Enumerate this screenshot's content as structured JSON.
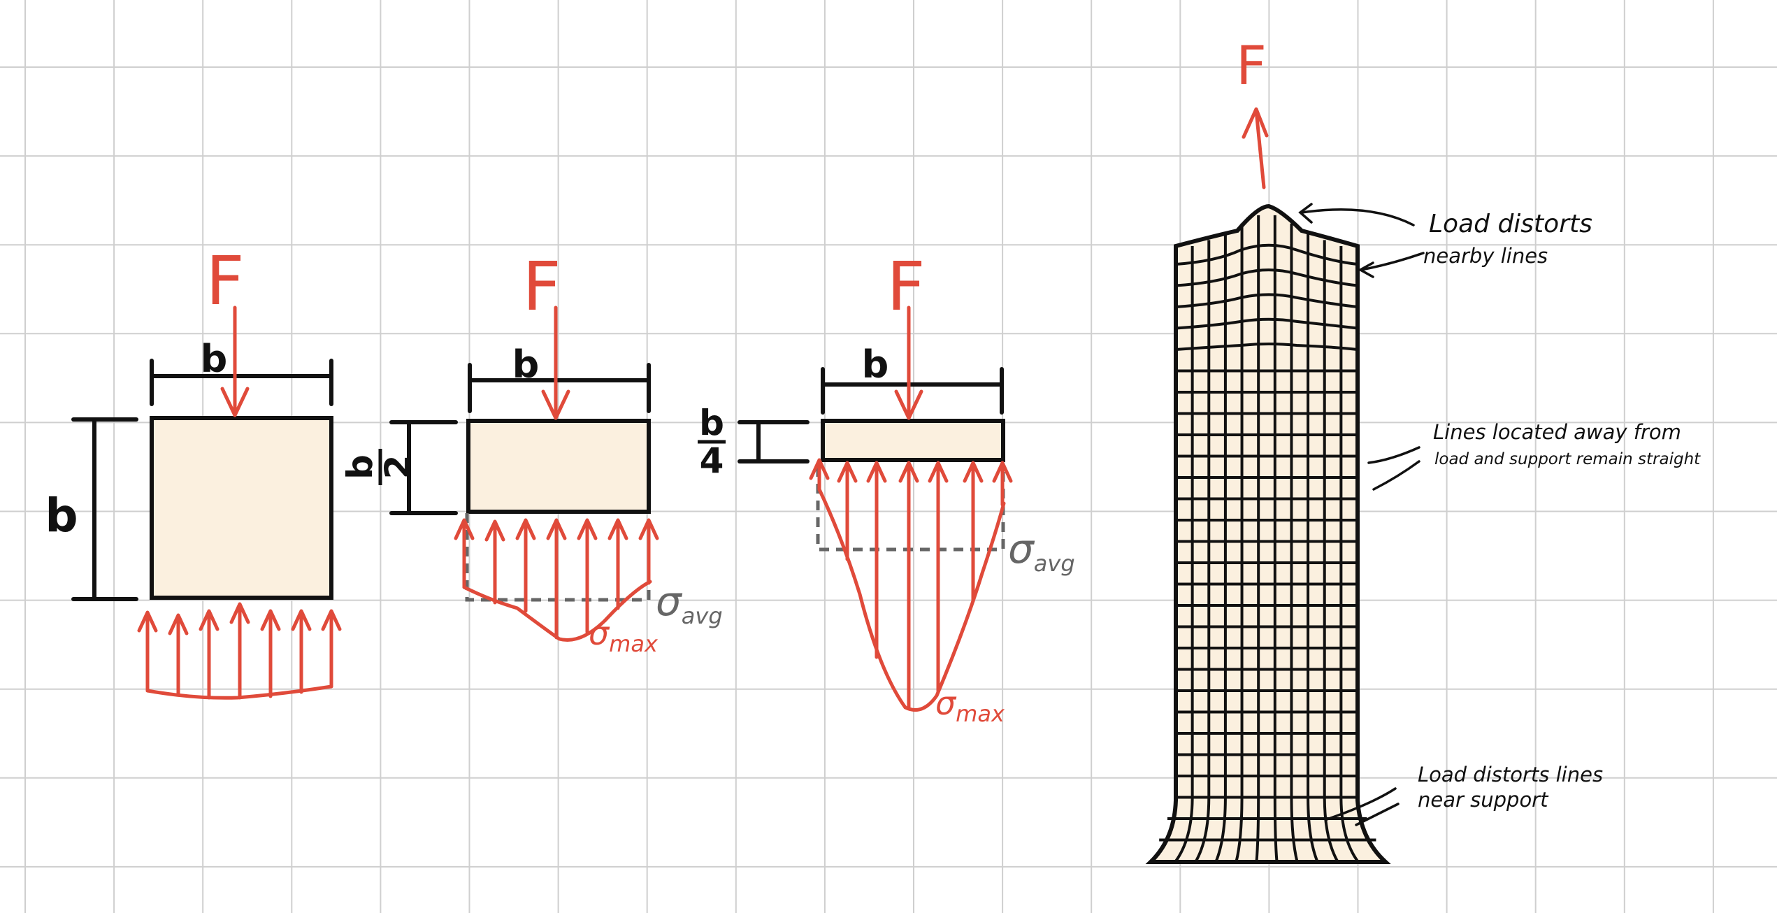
{
  "colors": {
    "grid": "#cfcfcf",
    "ink": "#111111",
    "force": "#e04a3a",
    "average": "#666666",
    "fill": "#fbf0df"
  },
  "labels": {
    "force": "F",
    "width": "b",
    "height_full": "b",
    "height_half_num": "b",
    "height_half_den": "2",
    "height_quarter_num": "b",
    "height_quarter_den": "4",
    "sigma": "σ",
    "sub_avg": "avg",
    "sub_max": "max"
  },
  "annotations": {
    "top_line1": "Load distorts",
    "top_line2": "nearby lines",
    "middle_line1": "Lines located away from",
    "middle_line2": "load and support remain straight",
    "bottom_line1": "Load distorts lines",
    "bottom_line2": "near support"
  }
}
